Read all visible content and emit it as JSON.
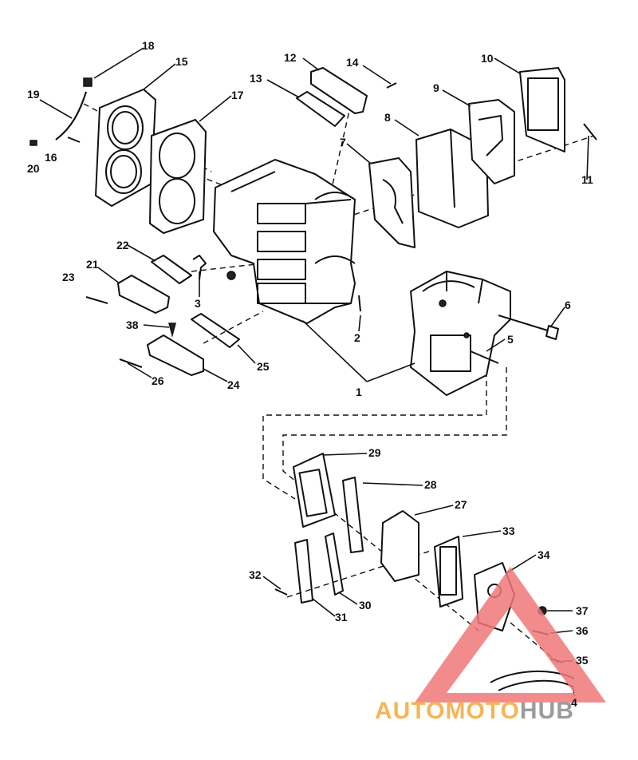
{
  "callouts": [
    {
      "n": "1"
    },
    {
      "n": "2"
    },
    {
      "n": "3"
    },
    {
      "n": "4"
    },
    {
      "n": "5"
    },
    {
      "n": "6"
    },
    {
      "n": "7"
    },
    {
      "n": "8"
    },
    {
      "n": "9"
    },
    {
      "n": "10"
    },
    {
      "n": "11"
    },
    {
      "n": "12"
    },
    {
      "n": "13"
    },
    {
      "n": "14"
    },
    {
      "n": "15"
    },
    {
      "n": "16"
    },
    {
      "n": "17"
    },
    {
      "n": "18"
    },
    {
      "n": "19"
    },
    {
      "n": "20"
    },
    {
      "n": "21"
    },
    {
      "n": "22"
    },
    {
      "n": "23"
    },
    {
      "n": "24"
    },
    {
      "n": "25"
    },
    {
      "n": "26"
    },
    {
      "n": "27"
    },
    {
      "n": "28"
    },
    {
      "n": "29"
    },
    {
      "n": "30"
    },
    {
      "n": "31"
    },
    {
      "n": "32"
    },
    {
      "n": "33"
    },
    {
      "n": "34"
    },
    {
      "n": "35"
    },
    {
      "n": "36"
    },
    {
      "n": "37"
    },
    {
      "n": "38"
    }
  ],
  "watermark": {
    "part1": "AUTOMOTO",
    "part2": "HUB",
    "color_primary": "#f07878",
    "color_secondary": "#f5a83a",
    "color_dark": "#8a8a8a"
  }
}
